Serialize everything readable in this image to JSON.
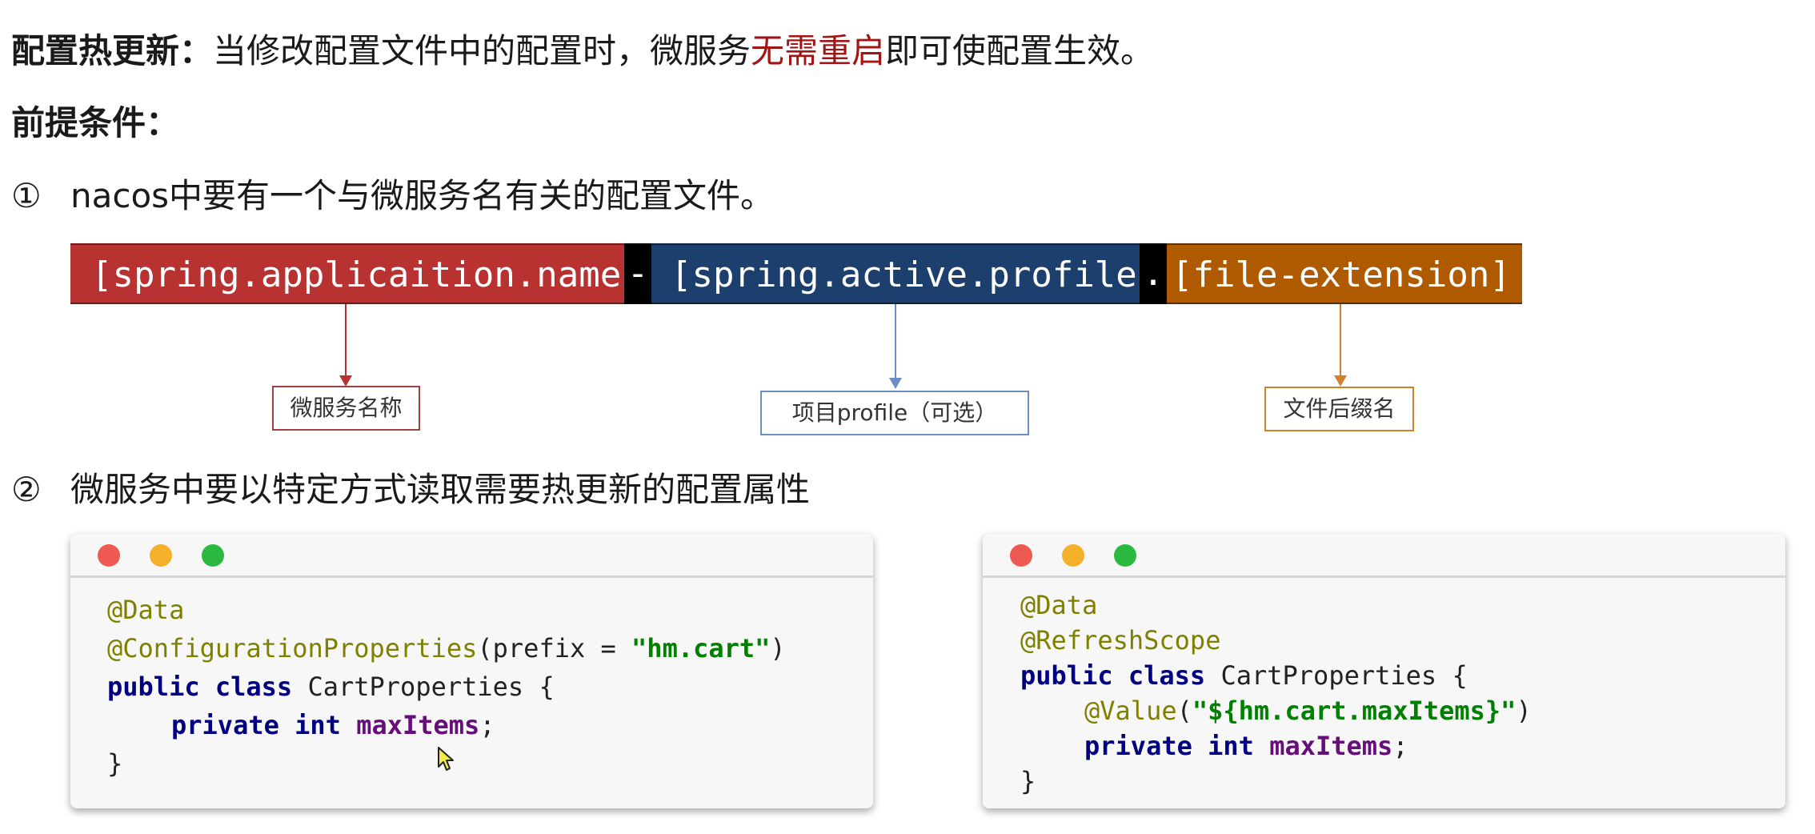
{
  "heading": {
    "label": "配置热更新：",
    "text_before": "当修改配置文件中的配置时，微服务",
    "highlight": "无需重启",
    "text_after": "即可使配置生效。"
  },
  "prereq": {
    "label": "前提条件："
  },
  "item1": {
    "marker": "①",
    "text": "nacos中要有一个与微服务名有关的配置文件。"
  },
  "pattern": {
    "part1": "[spring.applicaition.name",
    "sep1": "-",
    "part2": "[spring.active.profile]",
    "sep2": ".",
    "part3": "[file-extension]"
  },
  "labels": {
    "service_name": "微服务名称",
    "profile": "项目profile（可选）",
    "extension": "文件后缀名"
  },
  "item2": {
    "marker": "②",
    "text": "微服务中要以特定方式读取需要热更新的配置属性"
  },
  "code_left": {
    "l1": "@Data",
    "l2_ann": "@ConfigurationProperties",
    "l2_open": "(prefix = ",
    "l2_str": "\"hm.cart\"",
    "l2_close": ")",
    "l3_kw": "public class",
    "l3_rest": " CartProperties {",
    "l4_kw": "private int",
    "l4_fld": "maxItems",
    "l4_end": ";",
    "l5": "}"
  },
  "code_right": {
    "l1": "@Data",
    "l2": "@RefreshScope",
    "l3_kw": "public class",
    "l3_rest": " CartProperties {",
    "l4_ann": "@Value",
    "l4_open": "(",
    "l4_str": "\"${hm.cart.maxItems}\"",
    "l4_close": ")",
    "l5_kw": "private int",
    "l5_fld": "maxItems",
    "l5_end": ";",
    "l6": "}"
  },
  "colors": {
    "seg_app_name": "#b83232",
    "seg_profile": "#1c3f6e",
    "seg_extension": "#b05a00",
    "separator": "#000000",
    "highlight_red": "#a31515",
    "dot_red": "#ee5a52",
    "dot_yellow": "#f5b12b",
    "dot_green": "#2bb941"
  }
}
